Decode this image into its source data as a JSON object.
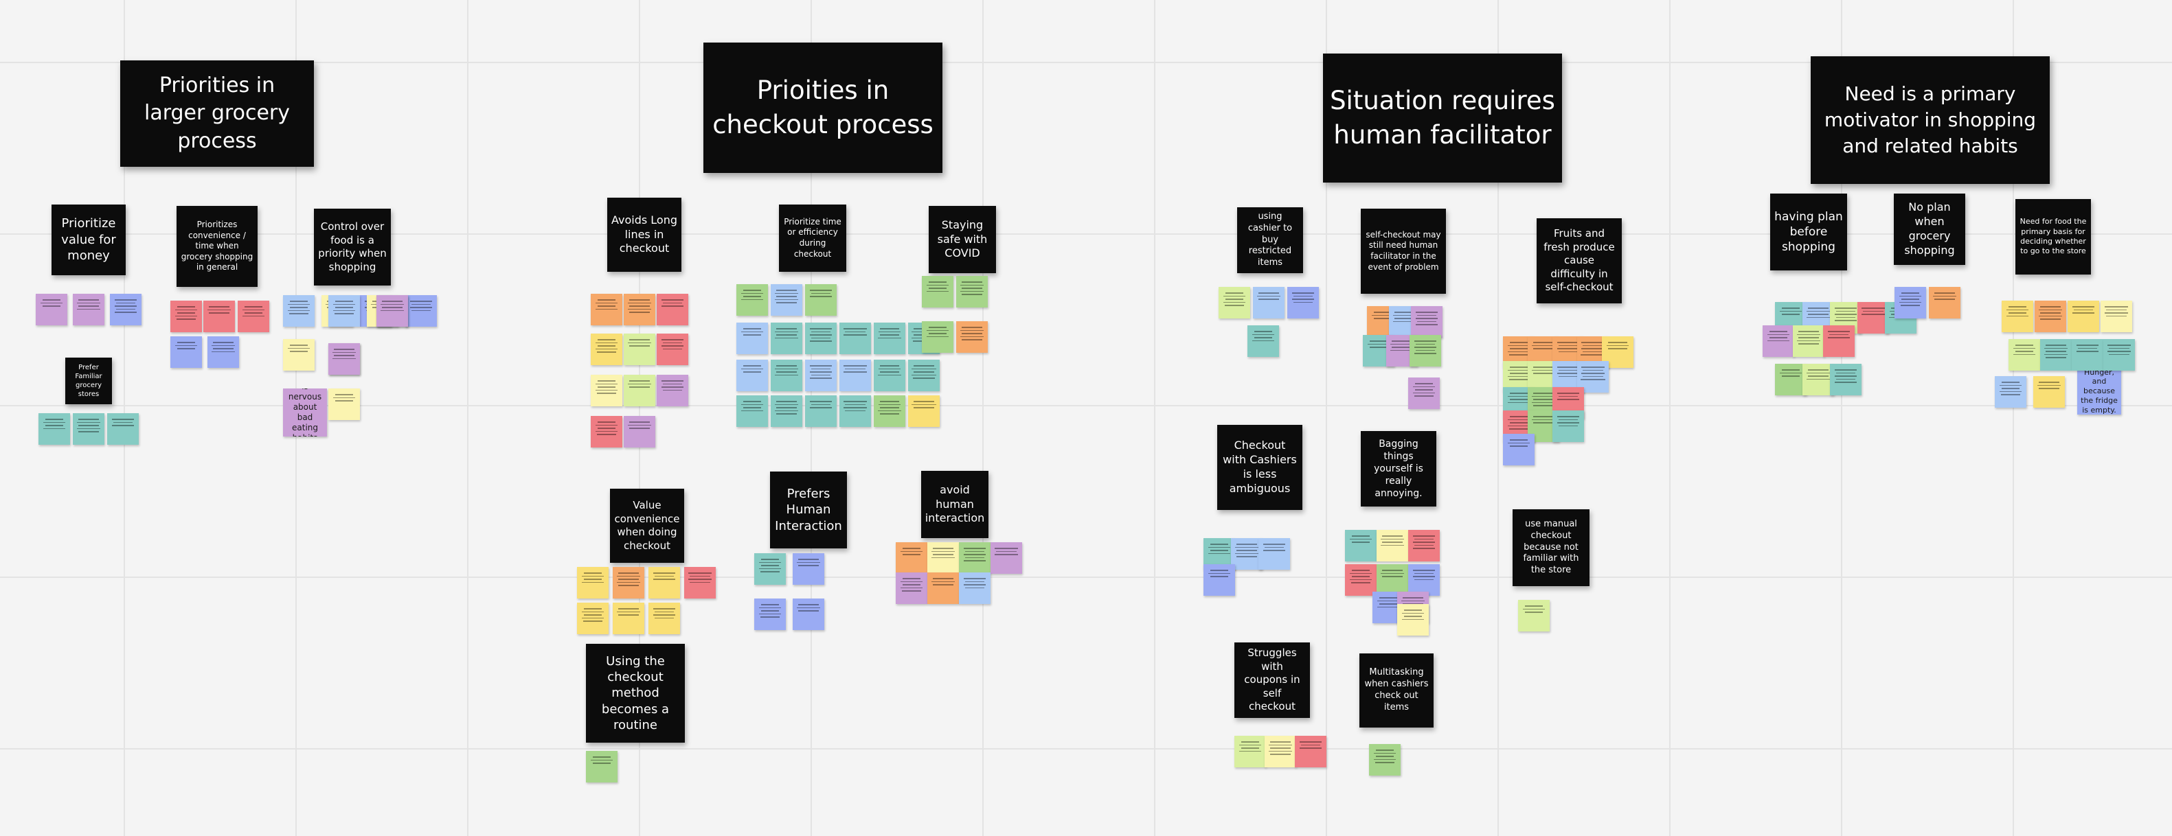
{
  "colors": {
    "orange": "#f6a869",
    "red": "#ef7c83",
    "purple": "#c99ed6",
    "blue": "#9aabf3",
    "lightblue": "#a9c9f5",
    "green": "#a6d58a",
    "teal": "#86cbc3",
    "yellow": "#f9df75",
    "paleyellow": "#fbf4b0",
    "lime": "#d9ef9f",
    "header": "#0c0c0c"
  },
  "headers": [
    {
      "text": "Priorities in larger grocery process"
    },
    {
      "text": "Prioities in checkout process"
    },
    {
      "text": "Situation requires human facilitator"
    },
    {
      "text": "Need is a primary motivator in shopping and related habits"
    }
  ],
  "subheaders": [
    {
      "text": "Prioritize value for money"
    },
    {
      "text": "Prioritizes convenience / time when grocery shopping in general"
    },
    {
      "text": "Control over food is a priority when shopping"
    },
    {
      "text": "Prefer Familiar grocery stores"
    },
    {
      "text": "Avoids Long lines in checkout"
    },
    {
      "text": "Prioritize time or efficiency during checkout"
    },
    {
      "text": "Staying safe with COVID"
    },
    {
      "text": "Value convenience when doing checkout"
    },
    {
      "text": "Prefers Human Interaction"
    },
    {
      "text": "avoid human interaction"
    },
    {
      "text": "Using the checkout method becomes a routine"
    },
    {
      "text": "using cashier to buy restricted items"
    },
    {
      "text": "self-checkout may still need human facilitator in the event of problem"
    },
    {
      "text": "Fruits and fresh produce cause difficulty in self-checkout"
    },
    {
      "text": "Checkout with Cashiers is less ambiguous"
    },
    {
      "text": "Bagging things yourself is really annoying."
    },
    {
      "text": "use manual checkout because not familiar with the store"
    },
    {
      "text": "Struggles with coupons in self checkout"
    },
    {
      "text": "Multitasking when cashiers check out items"
    },
    {
      "text": "having plan before shopping"
    },
    {
      "text": "No plan when grocery shopping"
    },
    {
      "text": "Need for food the primary basis for deciding whether to go to the store"
    }
  ],
  "readable_notes": [
    {
      "text": "is nervous about bad eating habits"
    },
    {
      "text": "Hunger, and because the fridge is empty."
    }
  ]
}
